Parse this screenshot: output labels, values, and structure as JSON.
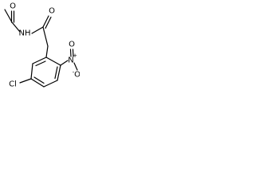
{
  "molecule": {
    "atom_labels": {
      "oxygen_acetyl": "O",
      "nitrogen_amide": "NH",
      "oxygen_amide": "O",
      "nitrogen_nitro": "N",
      "nitro_charge": "+",
      "nitro_oxygen_top": "O",
      "nitro_oxygen_bottom": "O",
      "nitro_oxygen_charge": "-",
      "chlorine": "Cl"
    }
  }
}
